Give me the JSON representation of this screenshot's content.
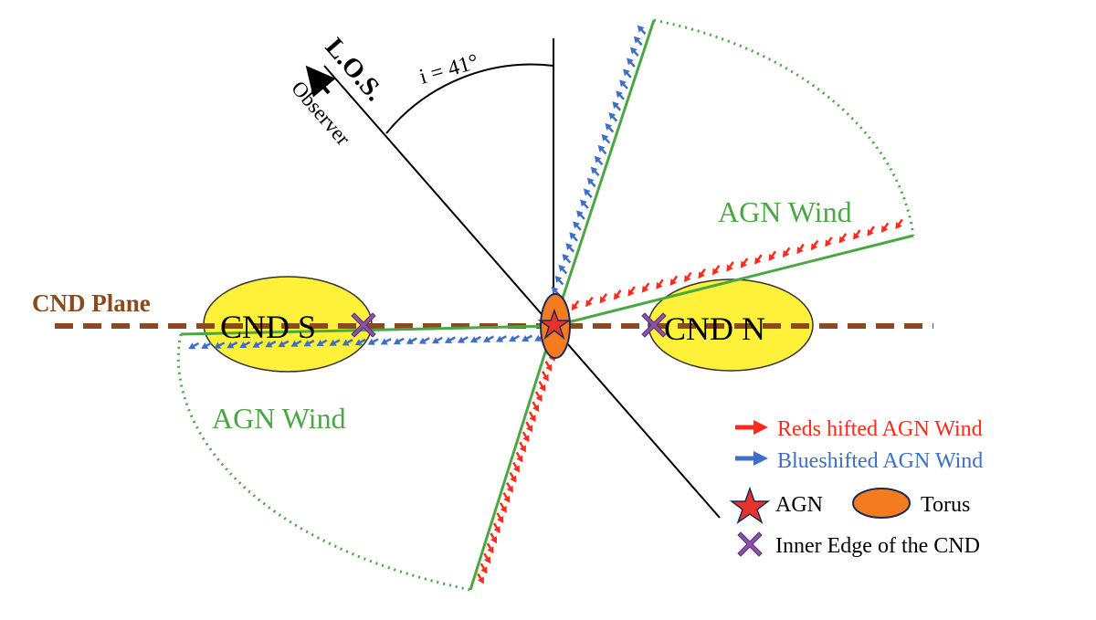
{
  "labels": {
    "los": "L.O.S.",
    "observer": "Observer",
    "inclination": "i = 41°",
    "cnd_plane": "CND Plane",
    "cnd_south": "CND S",
    "cnd_north": "CND N",
    "wind_upper": "AGN Wind",
    "wind_lower": "AGN Wind"
  },
  "legend": {
    "redshifted": "Reds hifted AGN Wind",
    "blueshifted": "Blueshifted AGN Wind",
    "agn": "AGN",
    "torus": "Torus",
    "inner_edge": "Inner Edge of the CND"
  },
  "colors": {
    "redshifted": "#ff2a1a",
    "blueshifted": "#3f6fc4",
    "wind": "#4aa742",
    "cnd_plane": "#8b4a1e",
    "cnd_fill": "#fff13a",
    "torus": "#f47c20",
    "agn_star": "#e8322a",
    "inner_edge": "#8b52a8"
  },
  "inclination_deg": 41
}
